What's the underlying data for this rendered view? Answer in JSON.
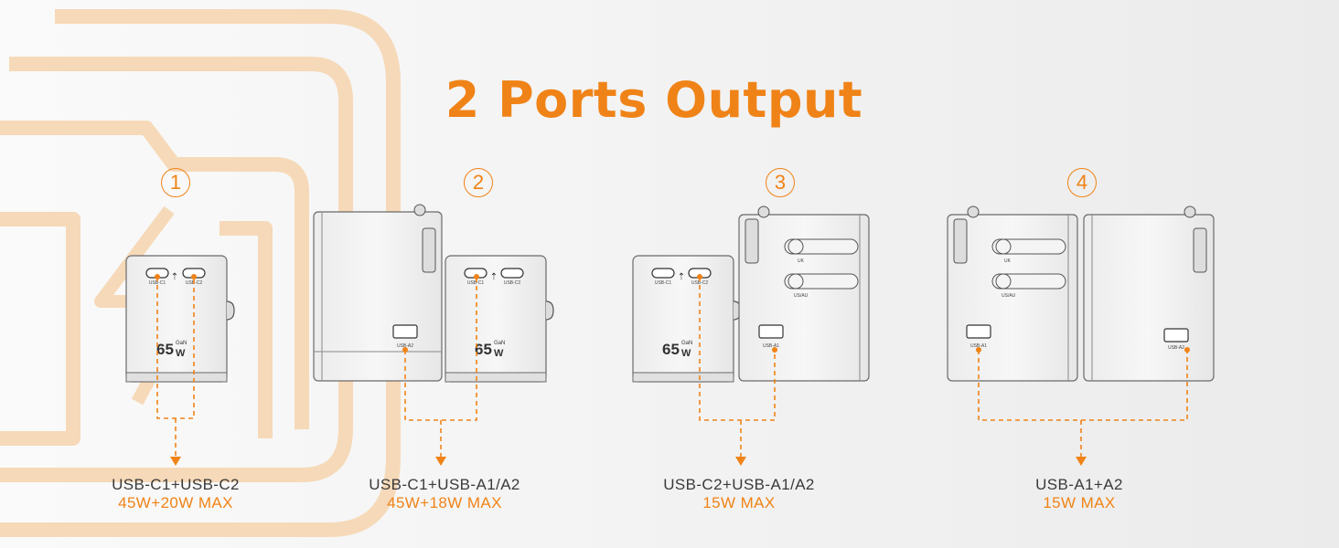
{
  "title": "2 Ports Output",
  "accent_color": "#f08317",
  "background_decoration": "lightning-logo-watermark",
  "brand": {
    "big": "65",
    "small_top": "GaN",
    "small_bottom": "W"
  },
  "port_labels": {
    "c1": "USB-C1",
    "c2": "USB-C2",
    "a1": "USB-A1",
    "a2": "USB-A2",
    "uk": "UK",
    "us_au": "US/AU"
  },
  "scenarios": [
    {
      "number": "1",
      "ports": "USB-C1+USB-C2",
      "power": "45W+20W MAX"
    },
    {
      "number": "2",
      "ports": "USB-C1+USB-A1/A2",
      "power": "45W+18W MAX"
    },
    {
      "number": "3",
      "ports": "USB-C2+USB-A1/A2",
      "power": "15W MAX"
    },
    {
      "number": "4",
      "ports": "USB-A1+A2",
      "power": "15W MAX"
    }
  ]
}
